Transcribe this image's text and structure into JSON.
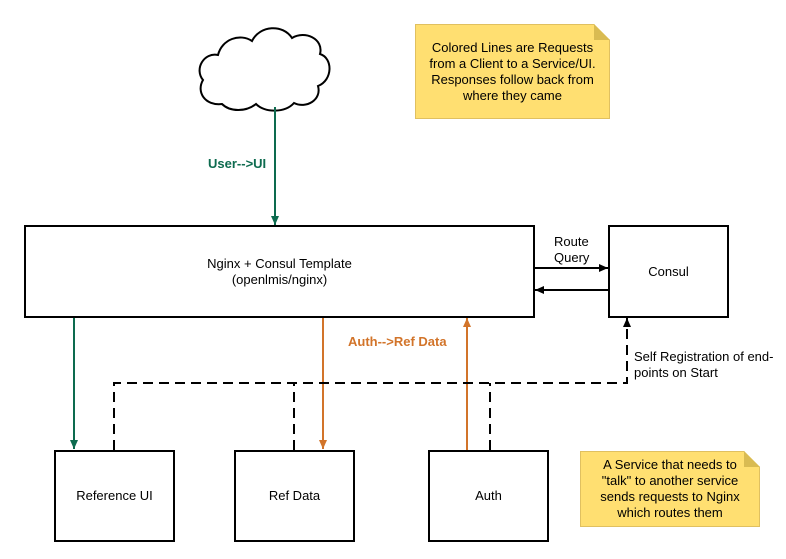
{
  "nodes": {
    "nginx": {
      "line1": "Nginx + Consul Template",
      "line2": "(openlmis/nginx)"
    },
    "consul": {
      "label": "Consul"
    },
    "reference_ui": {
      "label": "Reference UI"
    },
    "ref_data": {
      "label": "Ref Data"
    },
    "auth": {
      "label": "Auth"
    }
  },
  "notes": {
    "top": "Colored Lines are Requests from a Client to a Service/UI. Responses follow back from where they came",
    "bottom": "A Service that needs to \"talk\" to another service sends requests to Nginx which routes them"
  },
  "edge_labels": {
    "user_ui": "User-->UI",
    "auth_ref": "Auth-->Ref Data",
    "route_query_1": "Route",
    "route_query_2": "Query",
    "self_reg_1": "Self Registration of end-",
    "self_reg_2": "points on Start"
  },
  "colors": {
    "green": "#0d6b4f",
    "orange": "#d2742a",
    "note": "#ffdf71",
    "black": "#000000"
  }
}
